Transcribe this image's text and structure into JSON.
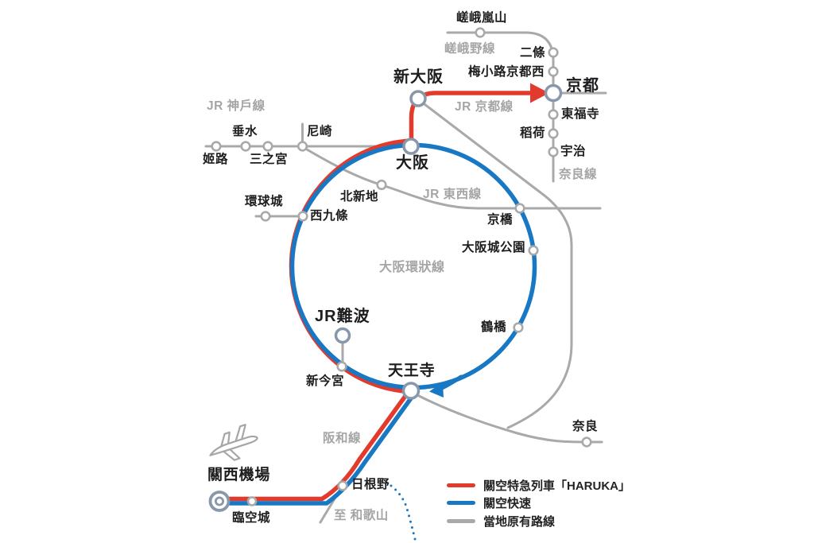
{
  "stations": {
    "himeji": "姬路",
    "tarumi": "垂水",
    "sannomiya": "三之宮",
    "amagasaki": "尼崎",
    "shin_osaka": "新大阪",
    "osaka": "大阪",
    "kyoto": "京都",
    "saga_arashiyama": "嵯峨嵐山",
    "nijo": "二條",
    "umekoji_kyotonishi": "梅小路京都西",
    "tofukuji": "東福寺",
    "inari": "稻荷",
    "uji": "宇治",
    "kitashinchi": "北新地",
    "kyobashi": "京橋",
    "osakajo_koen": "大阪城公園",
    "tsuruhashi": "鶴橋",
    "universal_city": "環球城",
    "nishikujo": "西九條",
    "jr_namba": "JR難波",
    "shin_imamiya": "新今宮",
    "tennoji": "天王寺",
    "nara": "奈良",
    "hineno": "日根野",
    "rinku_town": "臨空城",
    "kansai_airport": "關西機場"
  },
  "lines": {
    "jr_kobe": "JR 神戶線",
    "jr_kyoto": "JR 京都線",
    "sagano": "嵯峨野線",
    "nara_line": "奈良線",
    "jr_tozai": "JR 東西線",
    "osaka_loop": "大阪環狀線",
    "hanwa": "阪和線",
    "to_wakayama": "至 和歌山"
  },
  "legend": {
    "items": [
      {
        "label": "關空特急列車「HARUKA」",
        "color": "#e23b2e"
      },
      {
        "label": "關空快速",
        "color": "#1878c4"
      },
      {
        "label": "當地原有路線",
        "color": "#a9a9a9"
      }
    ]
  },
  "colors": {
    "haruka_red": "#e23b2e",
    "rapid_blue": "#1878c4",
    "local_gray": "#a9a9a9",
    "line_label_gray": "#a5a5a5",
    "hub_ring": "#8897aa",
    "text_black": "#1d1d1f"
  }
}
